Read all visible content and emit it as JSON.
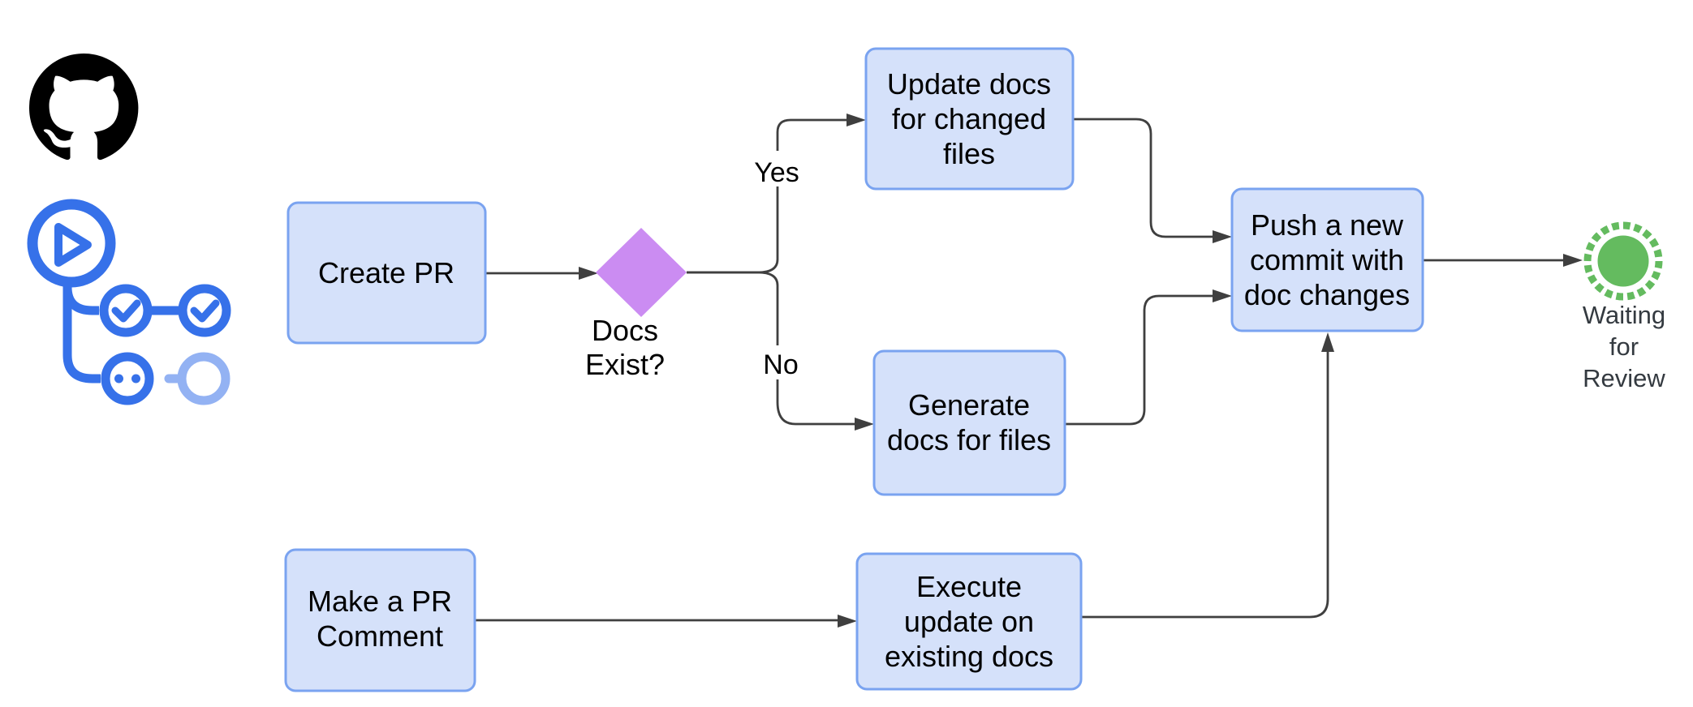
{
  "diagram": {
    "type": "flowchart",
    "icons": {
      "github_logo": "github-octocat-mark",
      "github_actions": "github-actions-workflow-graph",
      "waiting_state": "dashed-ring-green-circle"
    },
    "colors": {
      "node_fill": "#D5E1FA",
      "node_stroke": "#7AA3F0",
      "decision_fill": "#CB8CF2",
      "connector": "#3F3F3F",
      "node_text": "#000000",
      "state_green": "#64BB5F",
      "state_label_text": "#343A40",
      "actions_blue": "#3671E9",
      "actions_blue_light": "#93B2F3",
      "github_black": "#000000"
    },
    "nodes": {
      "create_pr": {
        "lines": [
          "Create PR"
        ]
      },
      "docs_exist": {
        "lines": [
          "Docs",
          "Exist?"
        ]
      },
      "update_docs": {
        "lines": [
          "Update docs",
          "for changed",
          "files"
        ]
      },
      "generate_docs": {
        "lines": [
          "Generate",
          "docs for files"
        ]
      },
      "push_commit": {
        "lines": [
          "Push a new",
          "commit with",
          "doc changes"
        ]
      },
      "make_pr_comment": {
        "lines": [
          "Make a PR",
          "Comment"
        ]
      },
      "execute_update": {
        "lines": [
          "Execute",
          "update on",
          "existing docs"
        ]
      },
      "waiting_review": {
        "lines": [
          "Waiting",
          "for",
          "Review"
        ]
      }
    },
    "edge_labels": {
      "yes": "Yes",
      "no": "No"
    }
  }
}
